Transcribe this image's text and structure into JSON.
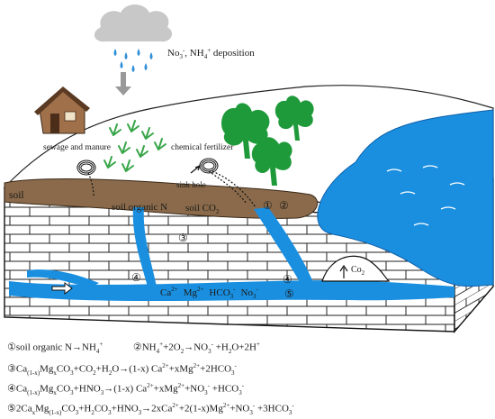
{
  "labels": {
    "deposition_a": "No",
    "deposition_b": "3",
    "deposition_c": "-",
    "deposition_d": ", NH",
    "deposition_e": "4",
    "deposition_f": "+",
    "deposition_g": " deposition",
    "sewage": "sewage and manure",
    "chemical": "chemical fertilizer",
    "sinkhole": "sink hole",
    "soil": "soil",
    "soil_organic_n": "soil organic N",
    "soil_co2_a": "soil CO",
    "soil_co2_b": "2",
    "co2_a": "Co",
    "co2_b": "2",
    "marker_1": "①",
    "marker_2": "②",
    "marker_3": "③",
    "marker_4": "④",
    "marker_4b": "④",
    "marker_5": "⑤",
    "ions_ca": "Ca",
    "ions_ca_sup": "2+",
    "ions_mg": "Mg",
    "ions_mg_sup": "2+",
    "ions_hco": "HCO",
    "ions_hco_sub": "3",
    "ions_hco_sup": "-",
    "ions_no": "No",
    "ions_no_sub": "3",
    "ions_no_sup": "-"
  },
  "equations": {
    "e1": {
      "num": "①",
      "p1": "soil organic N→NH",
      "p1sub": "",
      "p1sup": "+",
      "p1b": "4"
    },
    "e2": {
      "num": "②",
      "t1": "NH",
      "t1sub": "4",
      "t1sup": "+",
      "t2": "+2O",
      "t2sub": "2",
      "t3": "→NO",
      "t3sub": "3",
      "t3sup": "-",
      "t4": " +H",
      "t4sub": "2",
      "t5": "O+2H",
      "t5sup": "+"
    },
    "e3": {
      "num": "③",
      "t1": "Ca",
      "t1sub": "(1-x)",
      "t2": "Mg",
      "t2sub": "x",
      "t3": "CO",
      "t3sub": "3",
      "t4": "+CO",
      "t4sub": "2",
      "t5": "+H",
      "t5sub": "2",
      "t6": "O→(1-x) Ca",
      "t6sup": "2+",
      "t7": "+xMg",
      "t7sup": "2+",
      "t8": "+2HCO",
      "t8sub": "3",
      "t8sup": "-"
    },
    "e4": {
      "num": "④",
      "t1": "Ca",
      "t1sub": "(1-x)",
      "t2": "Mg",
      "t2sub": "x",
      "t3": "CO",
      "t3sub": "3",
      "t4": "+HNO",
      "t4sub": "3",
      "t5": "→(1-x) Ca",
      "t5sup": "2+",
      "t6": "+xMg",
      "t6sup": "2+",
      "t7": "+NO",
      "t7sub": "3",
      "t7sup": "-",
      "t8": " +HCO",
      "t8sub": "3",
      "t8sup": "-"
    },
    "e5": {
      "num": "⑤",
      "t1": "2Ca",
      "t1sub": "x",
      "t2": "Mg",
      "t2sub": "(1-x)",
      "t3": "CO",
      "t3sub": "3",
      "t4": "+H",
      "t4sub": "2",
      "t5": "CO",
      "t5sub": "3",
      "t6": "+HNO",
      "t6sub": "3",
      "t7": "→2xCa",
      "t7sup": "2+",
      "t8": "+2(1-x)Mg",
      "t8sup": "2+",
      "t9": "+NO",
      "t9sub": "3",
      "t9sup": "-",
      "t10": " +3HCO",
      "t10sub": "3",
      "t10sup": "-"
    }
  },
  "colors": {
    "soil": "#8a6a4a",
    "water": "#1a8fe0",
    "tree": "#1f9a3a",
    "crop": "#3aa64a",
    "cloud": "#c8c8c8",
    "rain": "#2f8fd8",
    "house_wall": "#a0704a",
    "house_roof": "#5a3a22"
  },
  "icons": [
    "cloud-icon",
    "rain-drops-icon",
    "house-icon",
    "crop-icon",
    "tree-icon",
    "spiral-icon",
    "lake-icon"
  ]
}
